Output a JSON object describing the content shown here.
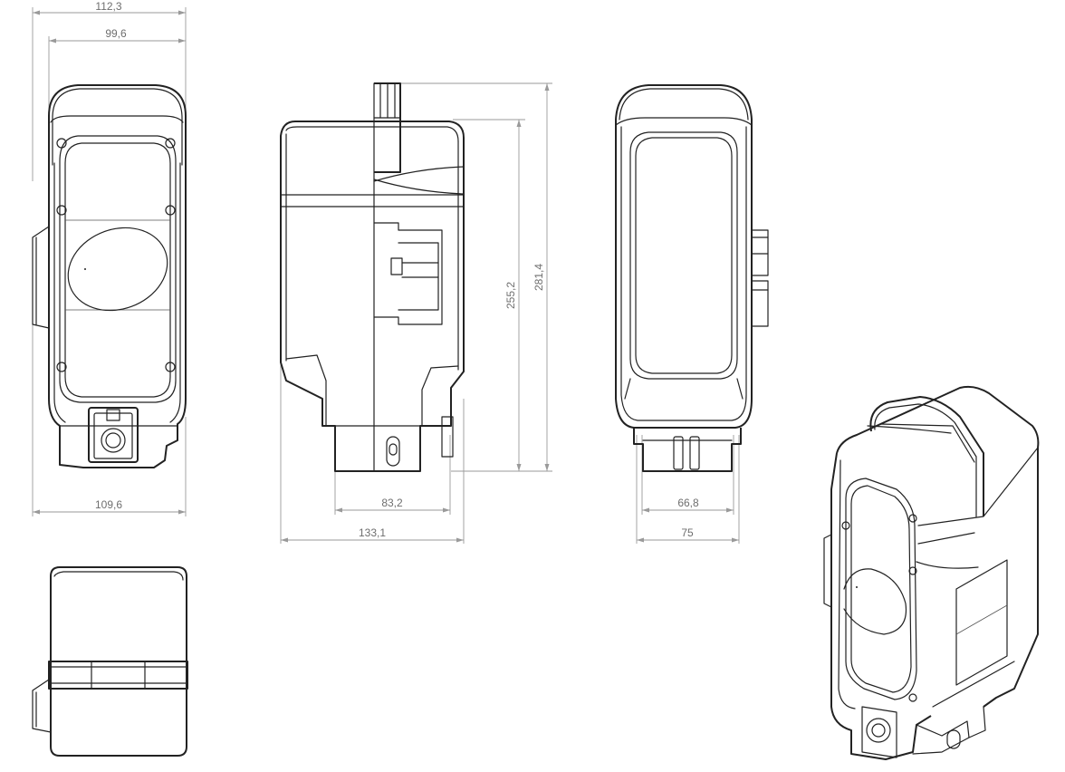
{
  "dimensions": {
    "front_overall_width": "112,3",
    "front_inner_width": "99,6",
    "front_base_width": "109,6",
    "side_height_inner": "255,2",
    "side_height_overall": "281,4",
    "side_bottom_width": "83,2",
    "side_overall_depth": "133,1",
    "rear_bottom_width": "66,8",
    "rear_overall_width": "75"
  },
  "colors": {
    "line": "#222222",
    "dimension": "#9a9a9a",
    "dimension_text": "#6e6e6e",
    "background": "#ffffff"
  }
}
